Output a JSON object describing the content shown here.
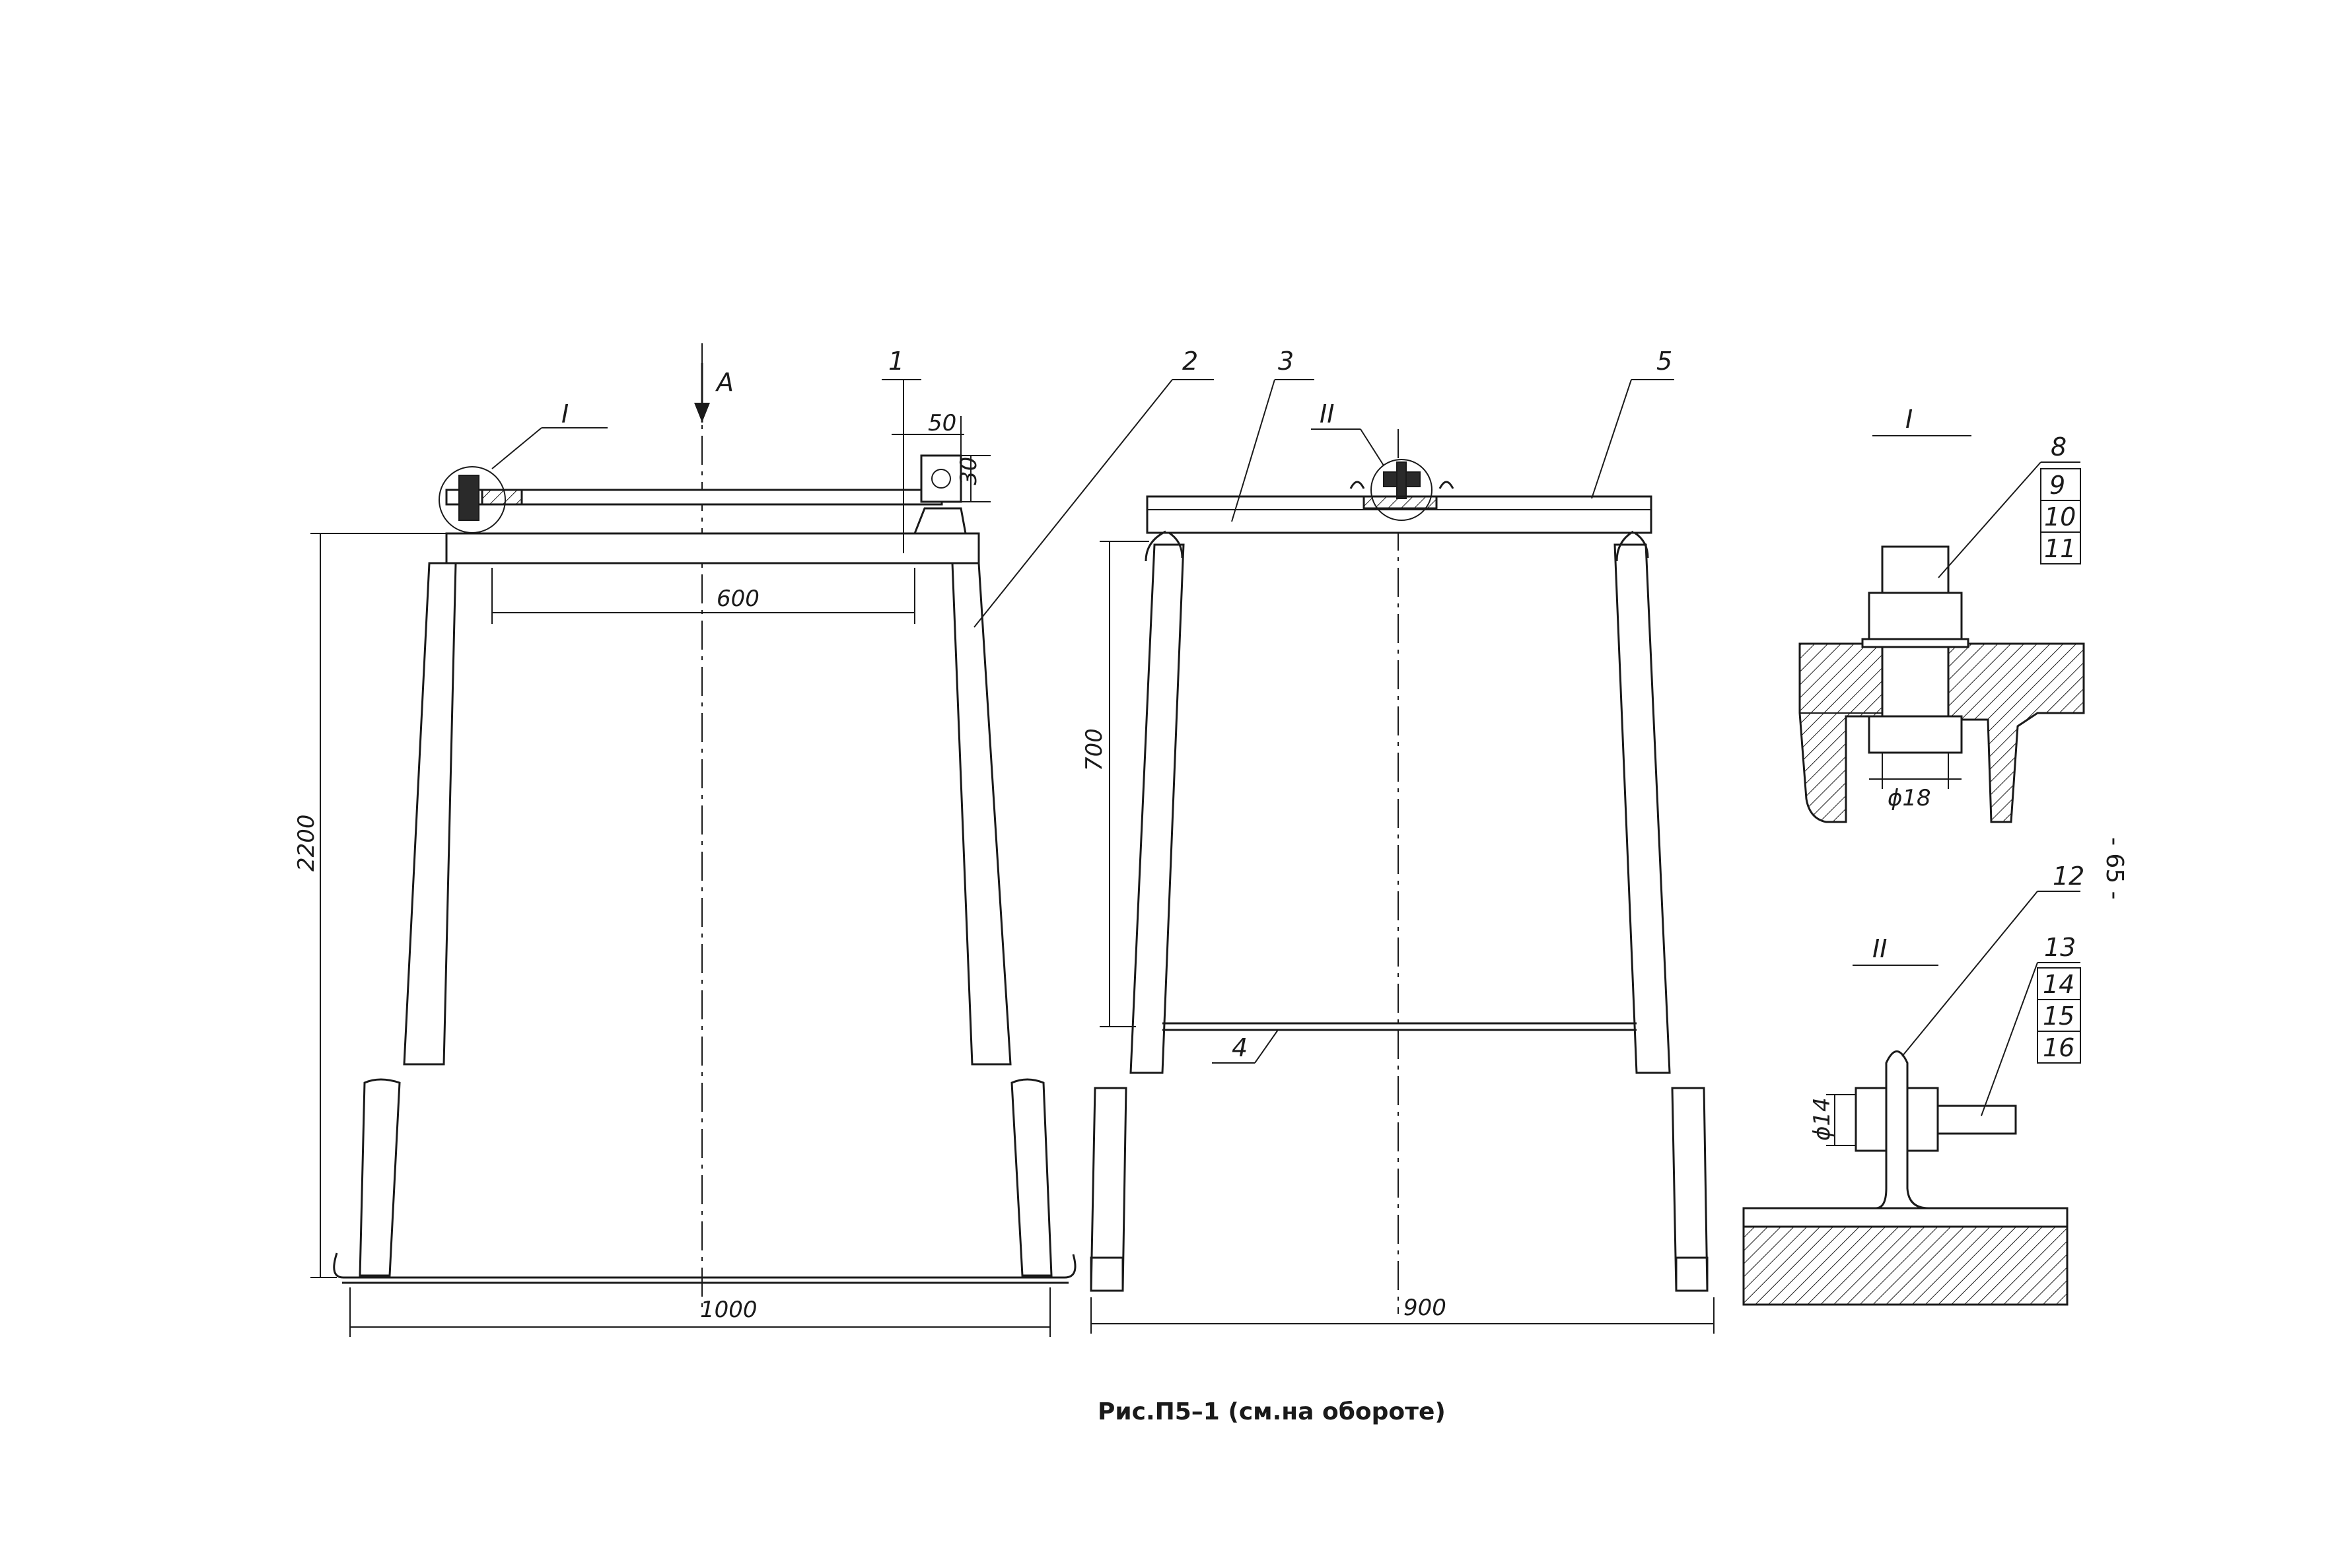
{
  "views": {
    "front": {
      "section_arrow": "A",
      "callout_node": "I",
      "parts": [
        "1",
        "2"
      ],
      "dimensions": {
        "top": "600",
        "height": "2200",
        "bottom": "1000",
        "detail_w": "50",
        "detail_h": "30"
      }
    },
    "side": {
      "callout_node": "II",
      "parts": [
        "3",
        "5",
        "4"
      ],
      "dimensions": {
        "height": "700",
        "bottom": "900"
      }
    }
  },
  "details": {
    "detail_I": {
      "title": "I",
      "labels": [
        "8",
        "9",
        "10",
        "11"
      ],
      "bolt": "ϕ18"
    },
    "detail_II": {
      "title": "II",
      "labels": [
        "12",
        "13",
        "14",
        "15",
        "16"
      ],
      "bolt": "ϕ14"
    }
  },
  "caption": "Рис.П5–1 (см.на обороте)",
  "page_number": "- 65 -"
}
